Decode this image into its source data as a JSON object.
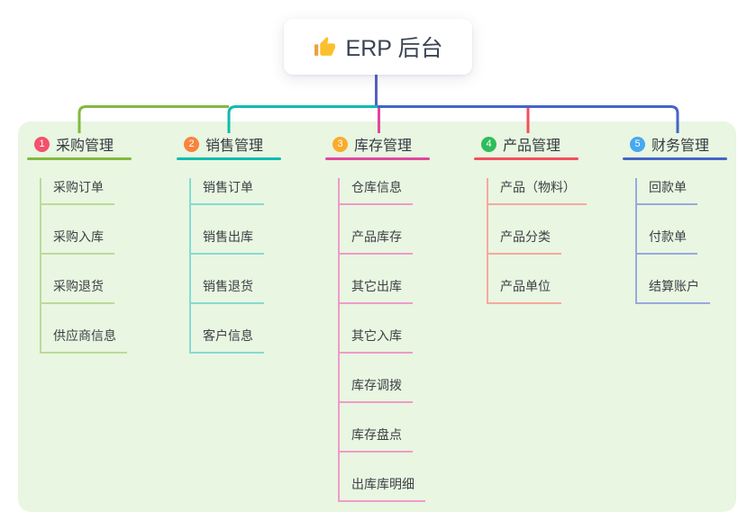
{
  "canvas": {
    "background": "#ffffff",
    "panel_color": "#e9f6e1"
  },
  "root": {
    "title": "ERP 后台",
    "icon": "thumbs-up",
    "stem_color": "#5561c1"
  },
  "branches": [
    {
      "number": "1",
      "label": "采购管理",
      "color": "#83b83f",
      "light_color": "#b9dc98",
      "badge_color": "#f4516c",
      "children": [
        "采购订单",
        "采购入库",
        "采购退货",
        "供应商信息"
      ]
    },
    {
      "number": "2",
      "label": "销售管理",
      "color": "#0dbcae",
      "light_color": "#85dcd2",
      "badge_color": "#f8833c",
      "children": [
        "销售订单",
        "销售出库",
        "销售退货",
        "客户信息"
      ]
    },
    {
      "number": "3",
      "label": "库存管理",
      "color": "#e0479e",
      "light_color": "#f09aca",
      "badge_color": "#fbab2b",
      "children": [
        "仓库信息",
        "产品库存",
        "其它出库",
        "其它入库",
        "库存调拨",
        "库存盘点",
        "出库库明细"
      ]
    },
    {
      "number": "4",
      "label": "产品管理",
      "color": "#f44f5e",
      "light_color": "#f8a8a0",
      "badge_color": "#2ebd59",
      "children": [
        "产品（物料）",
        "产品分类",
        "产品单位"
      ]
    },
    {
      "number": "5",
      "label": "财务管理",
      "color": "#4465c8",
      "light_color": "#97aade",
      "badge_color": "#44a9f2",
      "children": [
        "回款单",
        "付款单",
        "结算账户"
      ]
    }
  ]
}
